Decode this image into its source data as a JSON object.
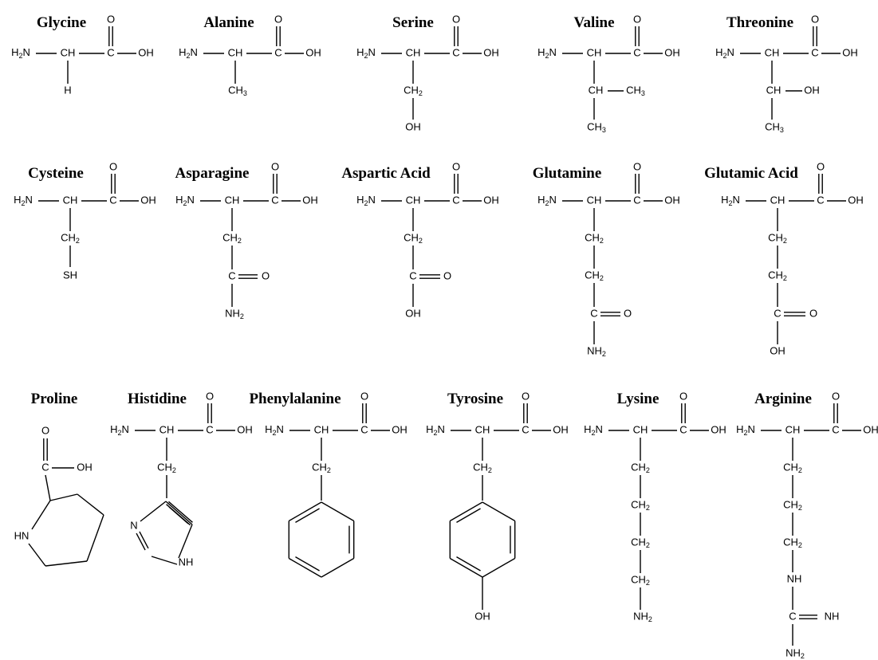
{
  "amino_acids": [
    {
      "id": "gly",
      "name": "Glycine"
    },
    {
      "id": "ala",
      "name": "Alanine"
    },
    {
      "id": "ser",
      "name": "Serine"
    },
    {
      "id": "val",
      "name": "Valine"
    },
    {
      "id": "thr",
      "name": "Threonine"
    },
    {
      "id": "cys",
      "name": "Cysteine"
    },
    {
      "id": "asn",
      "name": "Asparagine"
    },
    {
      "id": "asp",
      "name": "Aspartic Acid"
    },
    {
      "id": "gln",
      "name": "Glutamine"
    },
    {
      "id": "glu",
      "name": "Glutamic Acid"
    },
    {
      "id": "pro",
      "name": "Proline"
    },
    {
      "id": "his",
      "name": "Histidine"
    },
    {
      "id": "phe",
      "name": "Phenylalanine"
    },
    {
      "id": "tyr",
      "name": "Tyrosine"
    },
    {
      "id": "lys",
      "name": "Lysine"
    },
    {
      "id": "arg",
      "name": "Arginine"
    }
  ],
  "atoms": {
    "amine": "H2N",
    "alpha": "CH",
    "carboxyl_c": "C",
    "carbonyl_o": "O",
    "hydroxyl": "OH",
    "hydrogen": "H",
    "methyl": "CH3",
    "methylene": "CH2",
    "thiol": "SH",
    "amide": "NH2",
    "imine": "NH",
    "ring_n": "N",
    "ring_nh": "HN"
  }
}
